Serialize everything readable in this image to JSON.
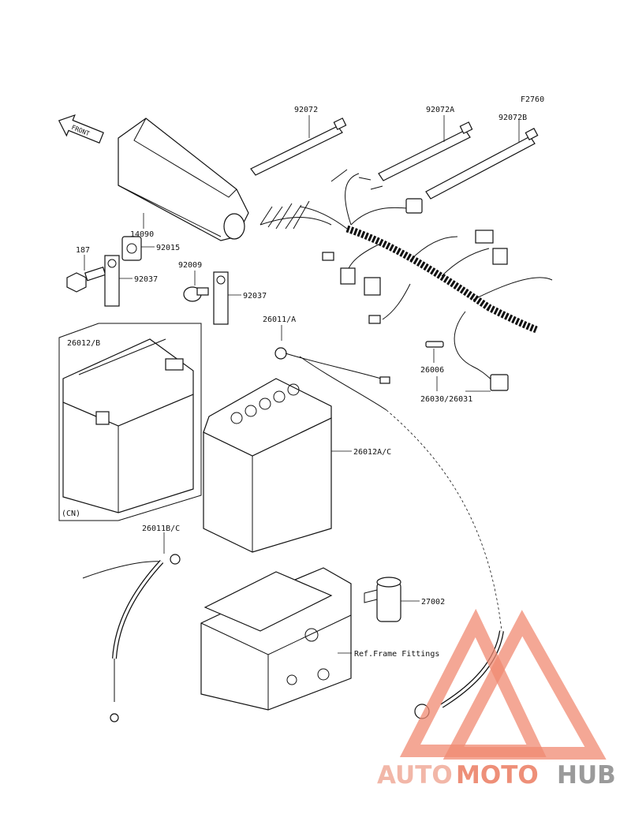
{
  "diagram": {
    "figure_code": "F2760",
    "front_label": "FRONT",
    "part_labels": {
      "cover": "14090",
      "strap_1": "92072",
      "strap_2": "92072A",
      "strap_3": "92072B",
      "bolt": "187",
      "clamp": "92015",
      "terminal_left": "92037",
      "screw": "92009",
      "terminal_right": "92037",
      "battery_cn": "26012/B",
      "cn_region": "(CN)",
      "battery_main": "26012A/C",
      "positive_cable": "26011/A",
      "negative_cable": "26011B/C",
      "fuse": "26006",
      "harness": "26030/26031",
      "relay": "27002",
      "frame_ref": "Ref.Frame Fittings"
    }
  },
  "watermark": {
    "word_1": "AUTO",
    "word_2": "MOTO",
    "word_3": "HUB",
    "color_light": "#f2b7a8",
    "color_mid": "#ee8f78",
    "color_dark": "#9a9a9a",
    "triangle_color": "#f08a72"
  }
}
